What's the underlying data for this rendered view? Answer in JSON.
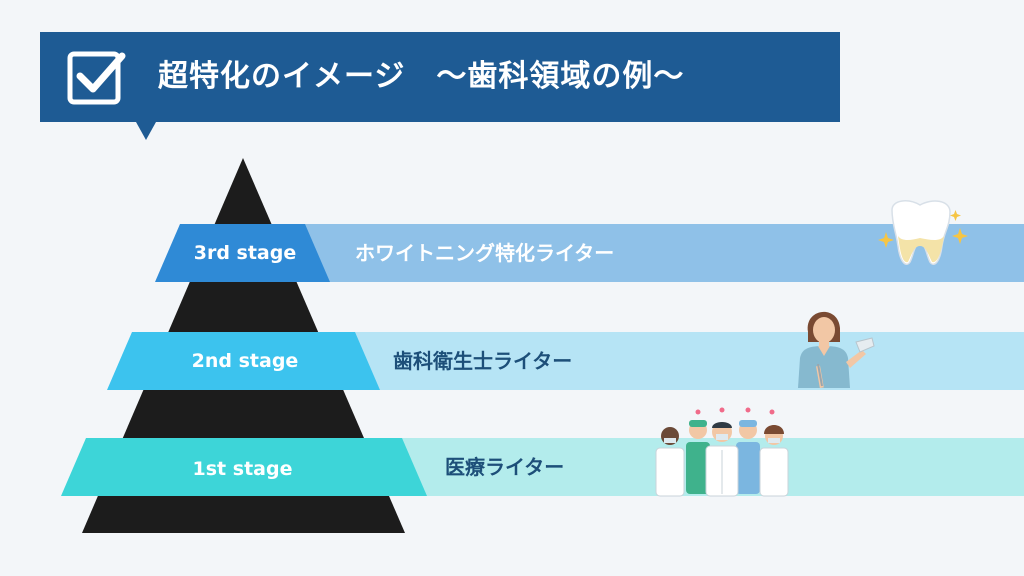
{
  "title": "超特化のイメージ　～歯科領域の例～",
  "colors": {
    "banner": "#1e5b94",
    "pyramid": "#1c1c1c",
    "stage_3": "#2f8ad6",
    "stage_2": "#3cc3ee",
    "stage_1": "#3dd5d8",
    "band_3": "#8fc1e8",
    "band_2": "#b6e4f5",
    "band_1": "#b3ecec"
  },
  "stages": [
    {
      "level": "3rd stage",
      "label": "ホワイトニング特化ライター",
      "icon": "sparkling-tooth-icon"
    },
    {
      "level": "2nd stage",
      "label": "歯科衛生士ライター",
      "icon": "dental-hygienist-icon"
    },
    {
      "level": "1st stage",
      "label": "医療ライター",
      "icon": "medical-team-icon"
    }
  ]
}
